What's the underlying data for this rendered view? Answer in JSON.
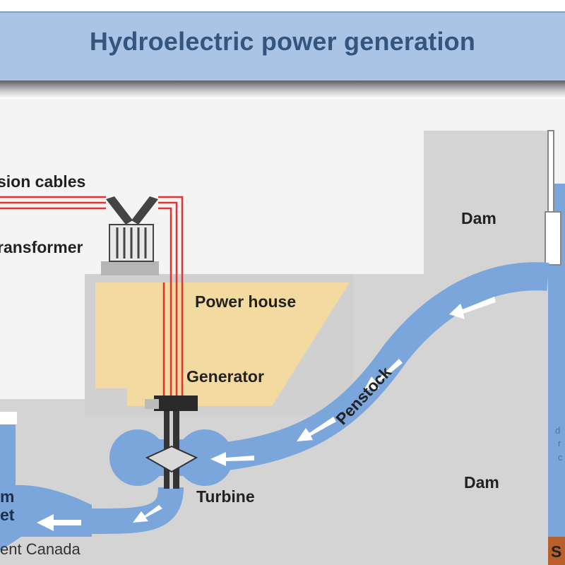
{
  "title": "Hydroelectric power generation",
  "labels": {
    "transmission_cables": "sion cables",
    "transformer": "ransformer",
    "power_house": "Power house",
    "generator": "Generator",
    "penstock": "Penstock",
    "dam_upper": "Dam",
    "dam_lower": "Dam",
    "turbine": "Turbine",
    "outlet_line1": "m",
    "outlet_line2": "et",
    "credit": "ent Canada",
    "reservoir_line1": "d",
    "reservoir_line2": "r",
    "reservoir_line3": "c",
    "sediment_label": "S"
  },
  "colors": {
    "banner": "#a9c4e4",
    "title_text": "#34557d",
    "dam_gray": "#d4d4d4",
    "water_blue": "#7ba6dc",
    "power_house": "#f2daa0",
    "cable_red": "#e8322f",
    "arrow_white": "#ffffff"
  }
}
